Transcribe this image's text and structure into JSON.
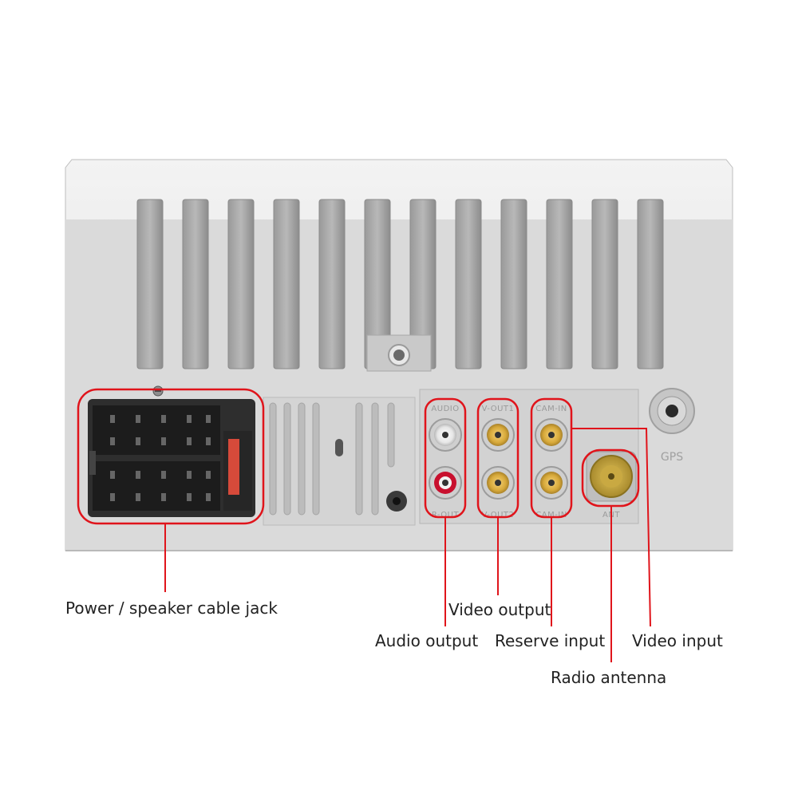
{
  "colors": {
    "background": "#ffffff",
    "chassis": "#d9d9d9",
    "highlight": "#e0141b",
    "connector": "#2b2b2b",
    "rca_white": "#f4f4f4",
    "rca_red": "#c8102e",
    "rca_yellow": "#e8b400",
    "antenna": "#d4b13a"
  },
  "icons": [
    "wiring-harness-connector-icon",
    "rca-jack-icon",
    "antenna-socket-icon",
    "gps-socket-icon",
    "screw-icon"
  ],
  "panel_labels": {
    "audio_top": "AUDIO",
    "video_out1": "V-OUT1",
    "cam_top": "CAM-IN",
    "audio_bottom": "R-OUT",
    "video_out2": "V-OUT2",
    "cam_in": "CAM-IN",
    "ant": "ANT",
    "gps": "GPS"
  },
  "callouts": {
    "power": "Power / speaker cable jack",
    "video_output": "Video output",
    "audio_output": "Audio output",
    "reserve_input": "Reserve input",
    "video_input": "Video input",
    "radio_antenna": "Radio antenna"
  }
}
